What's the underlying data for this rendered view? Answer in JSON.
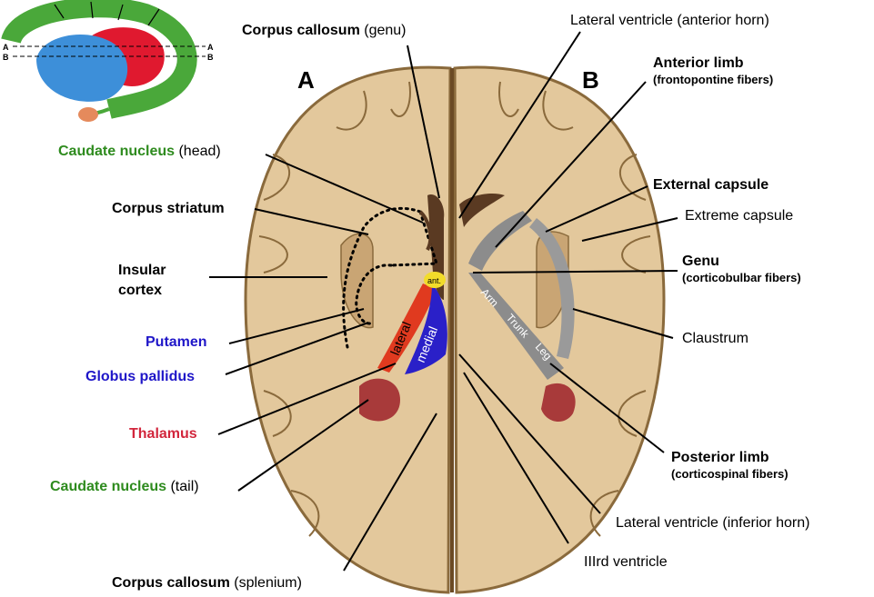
{
  "panel_letters": {
    "left": "A",
    "right": "B"
  },
  "inset": {
    "line_a": "A",
    "line_b": "B"
  },
  "structure_labels": {
    "ant": "ant.",
    "lateral": "lateral",
    "medial": "medial",
    "arm": "Arm",
    "trunk": "Trunk",
    "leg": "Leg"
  },
  "labels": {
    "cc_genu": {
      "bold": "Corpus callosum",
      "normal": " (genu)"
    },
    "lv_anterior": "Lateral ventricle (anterior horn)",
    "anterior_limb": {
      "title": "Anterior limb",
      "sub": "(frontopontine fibers)"
    },
    "caudate_head": {
      "bold": "Caudate nucleus",
      "normal": " (head)"
    },
    "corpus_striatum": "Corpus striatum",
    "external_capsule": "External capsule",
    "extreme_capsule": "Extreme capsule",
    "insular_cortex": [
      "Insular",
      "cortex"
    ],
    "genu": {
      "title": "Genu",
      "sub": "(corticobulbar fibers)"
    },
    "putamen": "Putamen",
    "claustrum": "Claustrum",
    "globus_pallidus": "Globus pallidus",
    "thalamus": "Thalamus",
    "posterior_limb": {
      "title": "Posterior limb",
      "sub": "(corticospinal fibers)"
    },
    "caudate_tail": {
      "bold": "Caudate nucleus",
      "normal": " (tail)"
    },
    "lv_inferior": "Lateral ventricle (inferior horn)",
    "third_ventricle": "IIIrd ventricle",
    "cc_splenium": {
      "bold": "Corpus callosum",
      "normal": " (splenium)"
    }
  },
  "colors": {
    "caudate": "#2e8b1e",
    "putamen": "#1f16c8",
    "thalamus": "#d2263c",
    "brain": "#e2c79a",
    "capsule": "#8c8c8c"
  }
}
